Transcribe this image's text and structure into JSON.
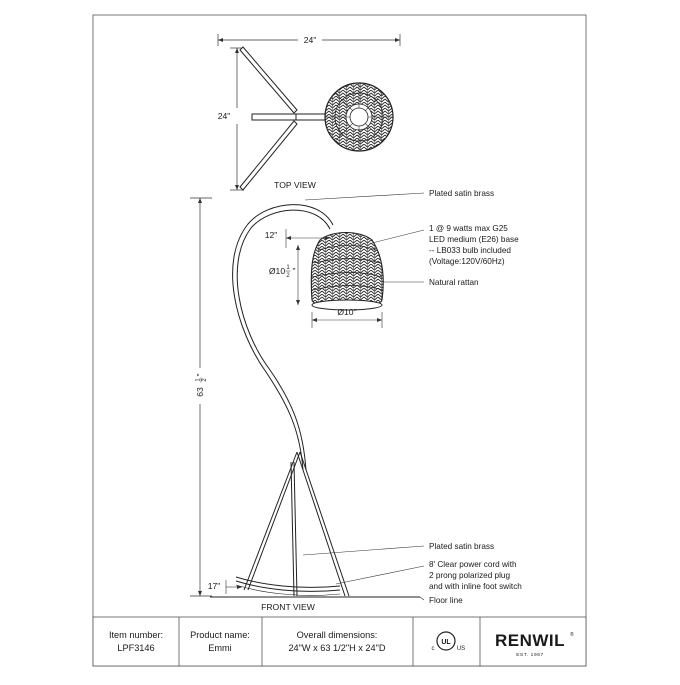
{
  "top_view": {
    "width_dim": "24\"",
    "depth_dim": "24\"",
    "caption": "TOP VIEW"
  },
  "front_view": {
    "caption": "FRONT VIEW",
    "height_dim_main": "63",
    "height_dim_frac_num": "1",
    "height_dim_frac_den": "2",
    "height_dim_unit": "\"",
    "arm_dim": "12\"",
    "shade_height_main": "Ø10",
    "shade_height_frac_num": "1",
    "shade_height_frac_den": "2",
    "shade_height_unit": "\"",
    "shade_dia": "Ø10\"",
    "base_dim": "17\""
  },
  "callouts": {
    "finish_top": "Plated satin brass",
    "bulb_lines": [
      "1 @ 9 watts max G25",
      "LED medium (E26) base",
      "-- LB033 bulb included",
      "(Voltage:120V/60Hz)"
    ],
    "shade_material": "Natural rattan",
    "finish_bottom": "Plated satin brass",
    "cord_lines": [
      "8' Clear power cord with",
      "2 prong polarized plug",
      "and with inline foot switch"
    ],
    "floor": "Floor line"
  },
  "title_block": {
    "item_label": "Item number:",
    "item_value": "LPF3146",
    "product_label": "Product name:",
    "product_value": "Emmi",
    "overall_label": "Overall dimensions:",
    "overall_value": "24\"W x 63 1/2\"H x 24\"D",
    "cert_mark": "UL",
    "cert_c": "c",
    "cert_us": "US",
    "brand_name": "RENWIL",
    "brand_reg": "®",
    "brand_est": "EST. 1967"
  }
}
